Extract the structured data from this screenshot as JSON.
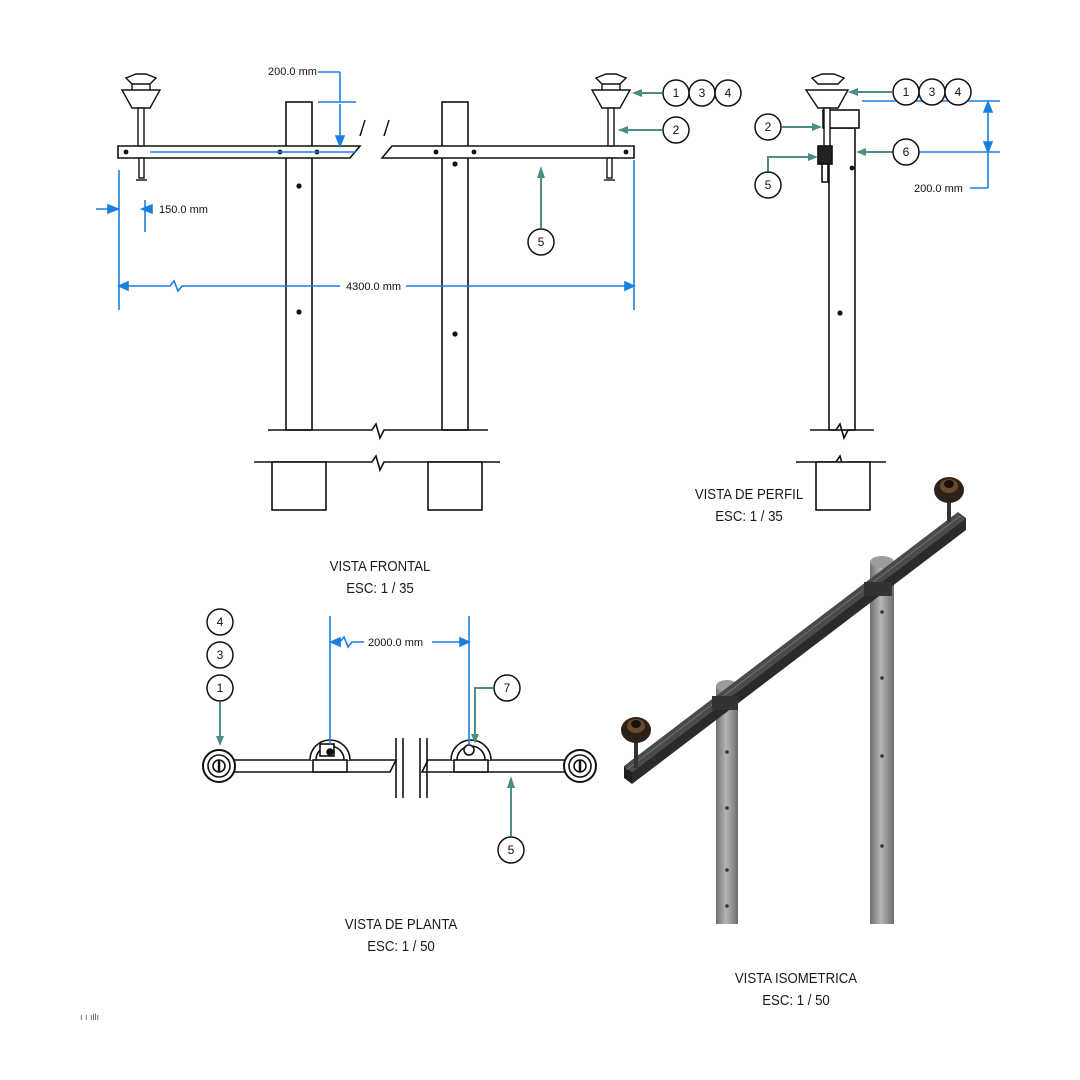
{
  "views": {
    "frontal": {
      "title": "VISTA FRONTAL",
      "scale": "ESC: 1 / 35"
    },
    "perfil": {
      "title": "VISTA DE PERFIL",
      "scale": "ESC: 1 / 35"
    },
    "planta": {
      "title": "VISTA DE PLANTA",
      "scale": "ESC: 1 / 50"
    },
    "isometrica": {
      "title": "VISTA ISOMETRICA",
      "scale": "ESC: 1  / 50"
    }
  },
  "dimensions": {
    "frontal_top_offset": "200.0 mm",
    "frontal_edge_offset": "150.0 mm",
    "frontal_total_length": "4300.0 mm",
    "perfil_offset": "200.0 mm",
    "planta_pole_spacing": "2000.0 mm"
  },
  "callouts": {
    "frontal_group": [
      "1",
      "3",
      "4"
    ],
    "frontal_2": "2",
    "frontal_5": "5",
    "perfil_group": [
      "1",
      "3",
      "4"
    ],
    "perfil_2": "2",
    "perfil_5": "5",
    "perfil_6": "6",
    "planta_group": [
      "4",
      "3",
      "1"
    ],
    "planta_7": "7",
    "planta_5": "5"
  },
  "footer_mark": "ı ı ıllı",
  "colors": {
    "dimension": "#1a7fe0",
    "leader": "#4e8c86",
    "line": "#111111",
    "pole_iso": "#8a8c8e"
  }
}
